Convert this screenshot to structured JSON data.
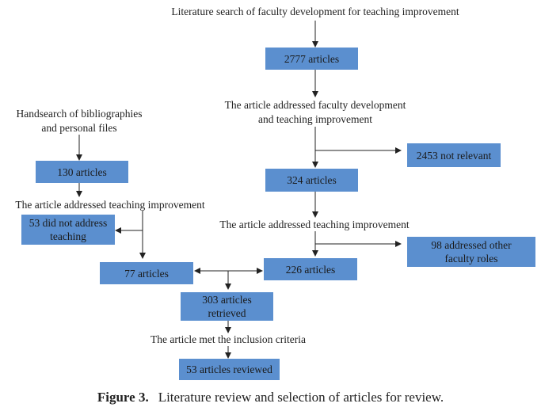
{
  "diagram": {
    "labels": {
      "search": "Literature search of faculty development for teaching improvement",
      "hand_line1": "Handsearch of bibliographies",
      "hand_line2": "and personal files",
      "fd_line1": "The article addressed faculty development",
      "fd_line2": "and teaching improvement",
      "ti_left": "The article addressed teaching improvement",
      "ti_right": "The article addressed teaching improvement",
      "inclusion": "The article met the inclusion criteria"
    },
    "boxes": {
      "a2777": "2777 articles",
      "a2453": "2453 not relevant",
      "a324": "324 articles",
      "a98_line1": "98 addressed other",
      "a98_line2": "faculty roles",
      "a226": "226 articles",
      "a130": "130 articles",
      "a53_line1": "53 did not address",
      "a53_line2": "teaching",
      "a77": "77 articles",
      "a303_line1": "303 articles",
      "a303_line2": "retrieved",
      "a53rev": "53 articles reviewed"
    },
    "colors": {
      "box_fill": "#5b8fcf",
      "line": "#222222"
    }
  },
  "caption": {
    "label": "Figure 3.",
    "text": "Literature review and selection of articles for review."
  }
}
